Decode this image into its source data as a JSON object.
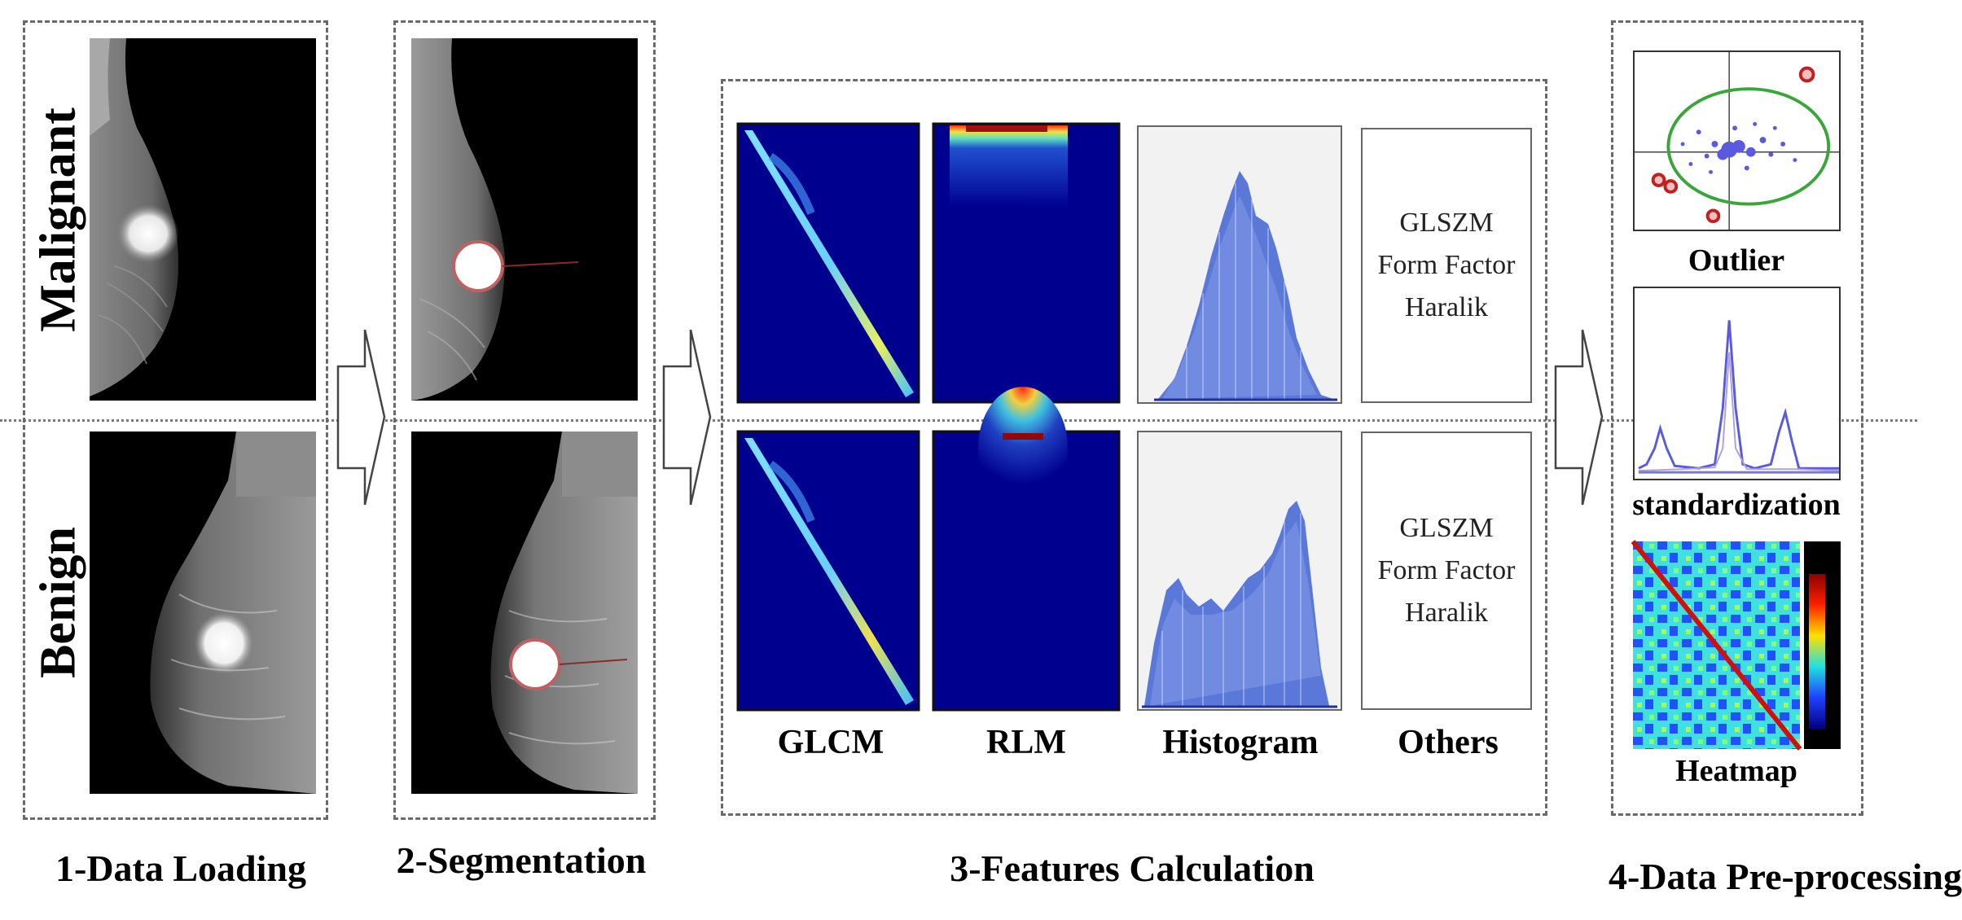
{
  "classes": {
    "malignant": "Malignant",
    "benign": "Benign"
  },
  "stages": {
    "loading": "1-Data Loading",
    "segmentation": "2-Segmentation",
    "features": "3-Features Calculation",
    "preprocessing": "4-Data Pre-processing"
  },
  "feature_columns": {
    "glcm": "GLCM",
    "rlm": "RLM",
    "histogram": "Histogram",
    "others": "Others"
  },
  "others_text": {
    "malignant": [
      "GLSZM",
      "Form Factor",
      "Haralik"
    ],
    "benign": [
      "GLSZM",
      "Form Factor",
      "Haralik"
    ]
  },
  "preprocessing_items": {
    "outlier": "Outlier",
    "standardization": "standardization",
    "heatmap": "Heatmap"
  },
  "colors": {
    "matrix_bg": "#00008f",
    "histogram_bar": "#5a78d8",
    "outlier_ellipse": "#3aa63a",
    "outlier_point": "#c02020"
  }
}
